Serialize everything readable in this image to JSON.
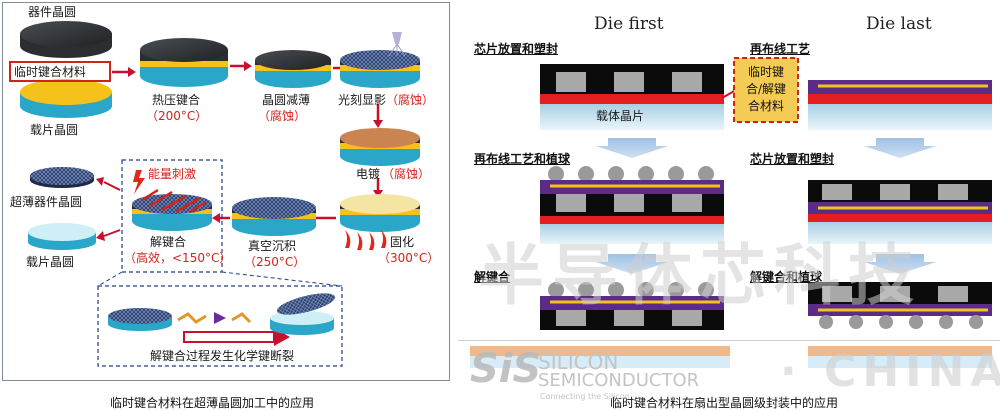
{
  "left": {
    "device_wafer": "器件晶圆",
    "temp_bond_material": "临时键合材料",
    "carrier_wafer": "载片晶圆",
    "thermo_bond": "热压键合",
    "thermo_bond_temp": "（200°C）",
    "thinning": "晶圆减薄",
    "thinning_sub": "（腐蚀）",
    "litho": "光刻显影",
    "litho_sub": "（腐蚀）",
    "plating": "电镀",
    "plating_sub": "（腐蚀）",
    "curing": "固化",
    "curing_temp": "（300°C）",
    "vacuum": "真空沉积",
    "vacuum_temp": "（250°C）",
    "energy": "能量刺激",
    "debond": "解键合",
    "debond_sub": "（高效，<150°C）",
    "ultrathin": "超薄器件晶圆",
    "carrier2": "载片晶圆",
    "chem_break": "解键合过程发生化学键断裂",
    "caption": "临时键合材料在超薄晶圆加工中的应用"
  },
  "right": {
    "die_first": "Die first",
    "die_last": "Die last",
    "df_step1": "芯片放置和塑封",
    "carrier": "载体晶片",
    "df_step2": "再布线工艺和植球",
    "df_step3": "解键合",
    "dl_step1": "再布线工艺",
    "dl_material": "临时键合/解键合材料",
    "dl_step2": "芯片放置和塑封",
    "dl_step3": "解键合和植球",
    "caption": "临时键合材料在扇出型晶圆级封装中的应用"
  },
  "watermark": {
    "cn": "半导体芯科技",
    "logo": "SiS",
    "name1": "SILICON",
    "name2": "SEMICONDUCTOR",
    "tag": "Connecting the Silicon",
    "china": "· CHINA"
  },
  "colors": {
    "accent_red": "#d2231b",
    "arrow_red": "#c8102e",
    "wafer_dark": "#2f3135",
    "wafer_yellow": "#f5c21b",
    "wafer_copper": "#c9844f",
    "mold_purple": "#5b2c86",
    "carrier_blue": "#bfe1f2",
    "bump_grey": "#9a9a9a"
  }
}
